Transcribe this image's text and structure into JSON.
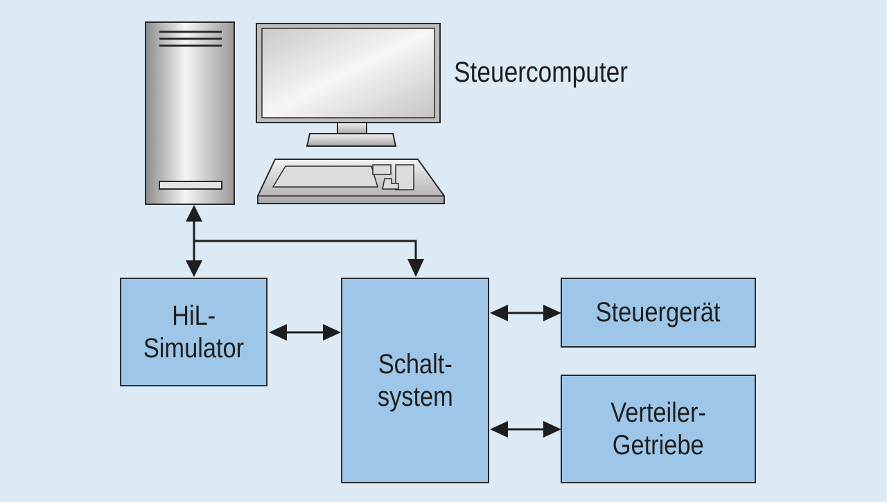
{
  "title_label": "Steuercomputer",
  "nodes": {
    "hil": {
      "line1": "HiL-",
      "line2": "Simulator"
    },
    "schalt": {
      "line1": "Schalt-",
      "line2": "system"
    },
    "steuergeraet": {
      "line1": "Steuergerät"
    },
    "verteiler": {
      "line1": "Verteiler-",
      "line2": "Getriebe"
    }
  },
  "colors": {
    "background": "#dbeaf5",
    "box_fill": "#9ec6e8",
    "line": "#1e1e1e"
  },
  "icons": [
    "pc-tower-icon",
    "monitor-icon",
    "keyboard-icon"
  ]
}
